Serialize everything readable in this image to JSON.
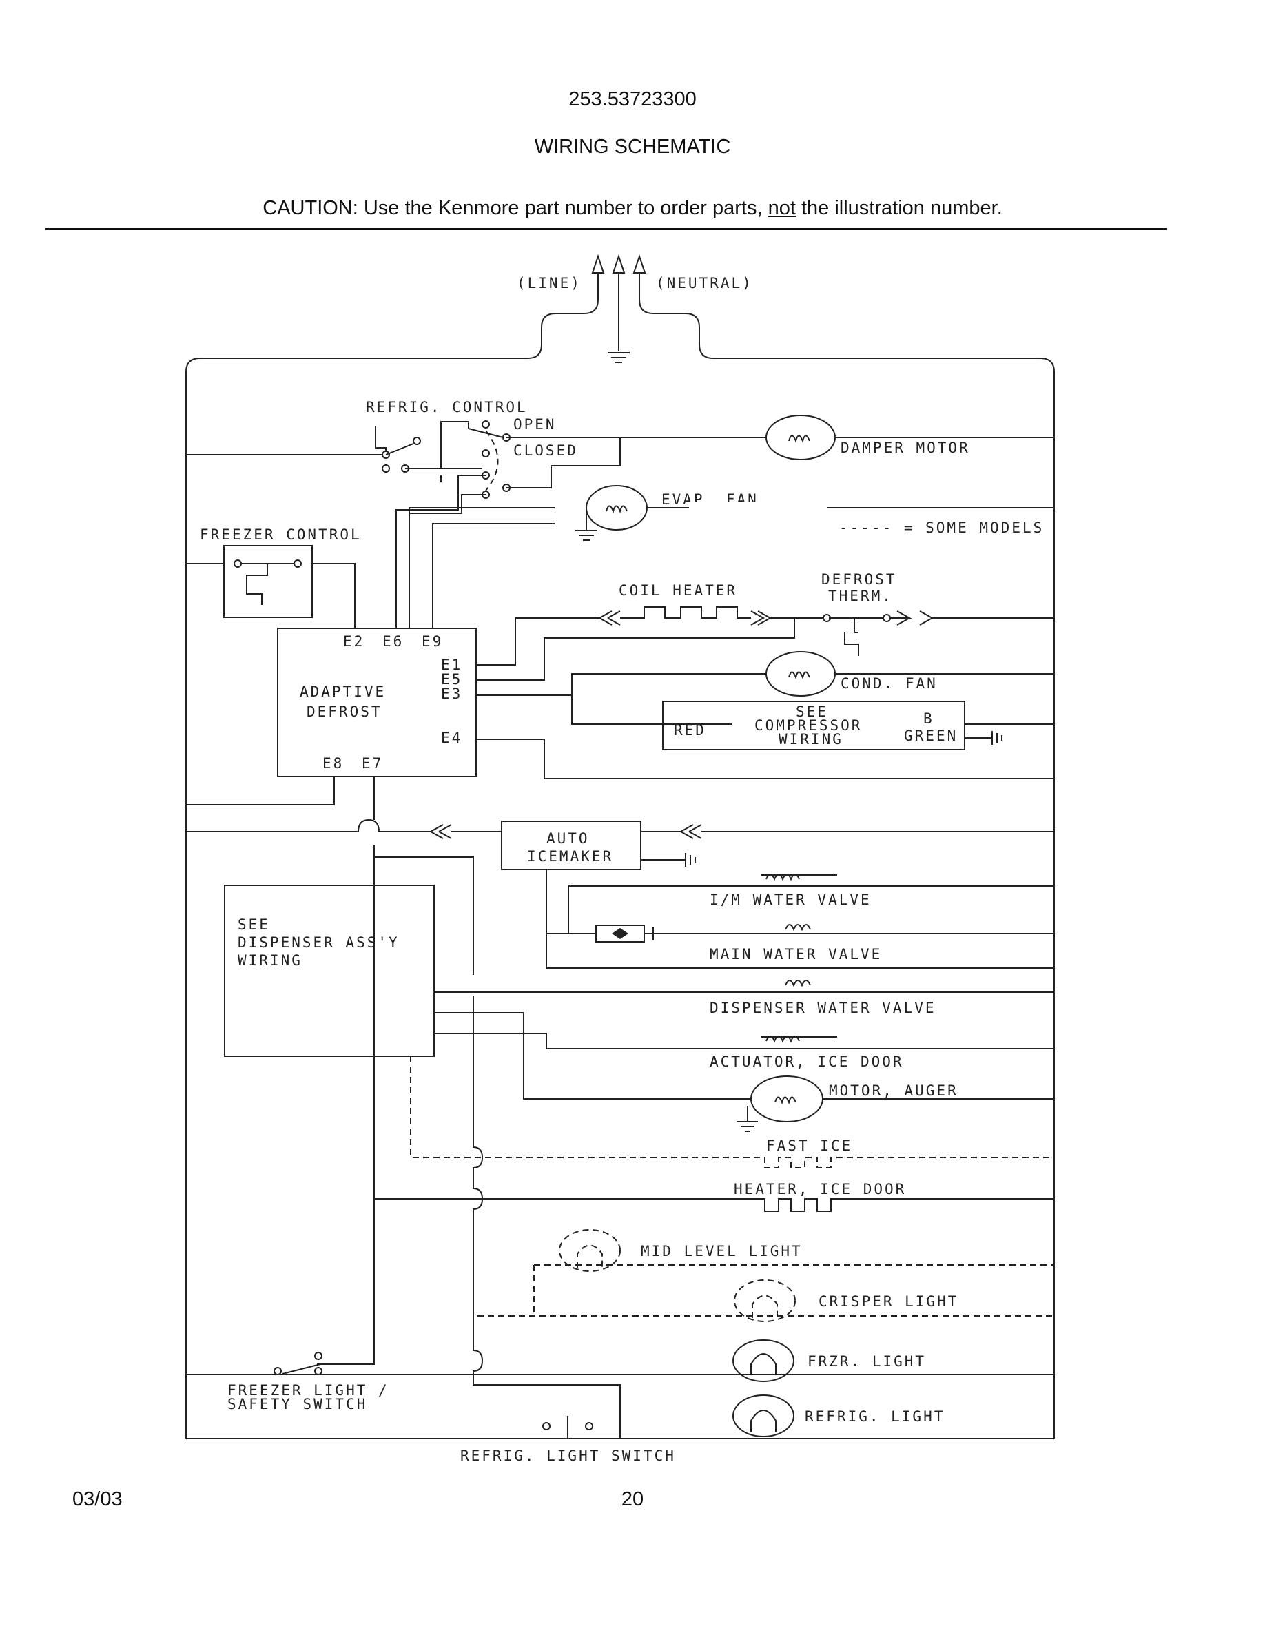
{
  "header": {
    "model_number": "253.53723300",
    "title": "WIRING SCHEMATIC",
    "caution_prefix": "CAUTION: Use the Kenmore part number to order parts, ",
    "caution_emphasis": "not",
    "caution_suffix": " the illustration number."
  },
  "footer": {
    "date": "03/03",
    "page": "20"
  },
  "diagram": {
    "line": "(LINE)",
    "neutral": "(NEUTRAL)",
    "refrig_control": "REFRIG. CONTROL",
    "open": "OPEN",
    "closed": "CLOSED",
    "damper_motor": "DAMPER MOTOR",
    "evap_fan": "EVAP. FAN",
    "some_models": "----- = SOME MODELS",
    "freezer_control": "FREEZER CONTROL",
    "coil_heater": "COIL HEATER",
    "defrost_therm_1": "DEFROST",
    "defrost_therm_2": "THERM.",
    "adaptive_1": "ADAPTIVE",
    "adaptive_2": "DEFROST",
    "t_e2": "E2",
    "t_e6": "E6",
    "t_e9": "E9",
    "t_e1": "E1",
    "t_e5": "E5",
    "t_e3": "E3",
    "t_e4": "E4",
    "t_e8": "E8",
    "t_e7": "E7",
    "cond_fan": "COND. FAN",
    "see": "SEE",
    "compressor": "COMPRESSOR",
    "wiring": "WIRING",
    "red": "RED",
    "b": "B",
    "green": "GREEN",
    "auto": "AUTO",
    "icemaker": "ICEMAKER",
    "im_water_valve": "I/M WATER VALVE",
    "main_water_valve": "MAIN WATER VALVE",
    "dispenser_water_valve": "DISPENSER WATER VALVE",
    "dispenser_1": "SEE",
    "dispenser_2": "DISPENSER ASS'Y",
    "dispenser_3": "WIRING",
    "actuator_ice_door": "ACTUATOR, ICE DOOR",
    "motor_auger": "MOTOR, AUGER",
    "fast_ice": "FAST ICE",
    "heater_ice_door": "HEATER, ICE DOOR",
    "mid_level_light": "MID LEVEL LIGHT",
    "crisper_light": "CRISPER LIGHT",
    "frzr_light": "FRZR. LIGHT",
    "refrig_light": "REFRIG. LIGHT",
    "freezer_switch_1": "FREEZER LIGHT /",
    "freezer_switch_2": "SAFETY SWITCH",
    "refrig_light_switch": "REFRIG. LIGHT SWITCH"
  }
}
